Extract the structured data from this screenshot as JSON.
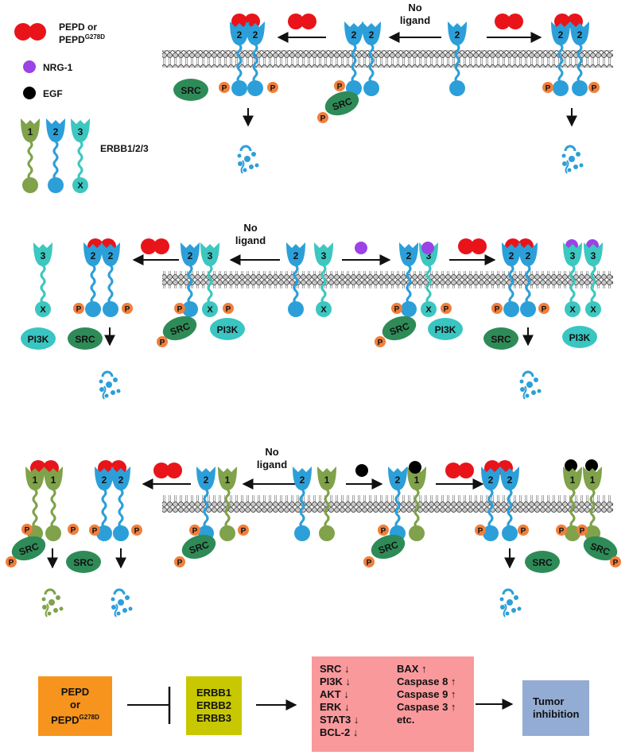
{
  "legend": {
    "pepd_line1": "PEPD or",
    "pepd_line2": "PEPD",
    "pepd_sup": "G278D",
    "nrg1": "NRG-1",
    "egf": "EGF",
    "erbb": "ERBB1/2/3",
    "receptor_ids": [
      "1",
      "2",
      "3"
    ],
    "erbb3_mark": "X"
  },
  "labels": {
    "no": "No",
    "ligand": "ligand",
    "src": "SRC",
    "pi3k": "PI3K",
    "p": "P",
    "x": "X"
  },
  "flow": {
    "pepd": "PEPD",
    "or": "or",
    "pepd_mut": "PEPD",
    "pepd_mut_sup": "G278D",
    "erbb": [
      "ERBB1",
      "ERBB2",
      "ERBB3"
    ],
    "effects_left": [
      "SRC ↓",
      "PI3K ↓",
      "AKT ↓",
      "ERK ↓",
      "STAT3 ↓",
      "BCL-2 ↓"
    ],
    "effects_right": [
      "BAX ↑",
      "Caspase 8 ↑",
      "Caspase 9 ↑",
      "Caspase 3 ↑",
      "etc."
    ],
    "tumor": [
      "Tumor",
      "inhibition"
    ]
  },
  "colors": {
    "pepd": "#e8141a",
    "nrg1": "#9b43e6",
    "egf": "#000000",
    "erbb1": "#7fa24a",
    "erbb2": "#2c9fd9",
    "erbb3": "#3cc7c0",
    "src": "#2e8b57",
    "phospho": "#f07f3c",
    "pi3k": "#39c5c1",
    "pepd_box": "#f7941d",
    "erbb_box": "#c8c800",
    "effects_box": "#f9999c",
    "tumor_box": "#93acd4"
  }
}
